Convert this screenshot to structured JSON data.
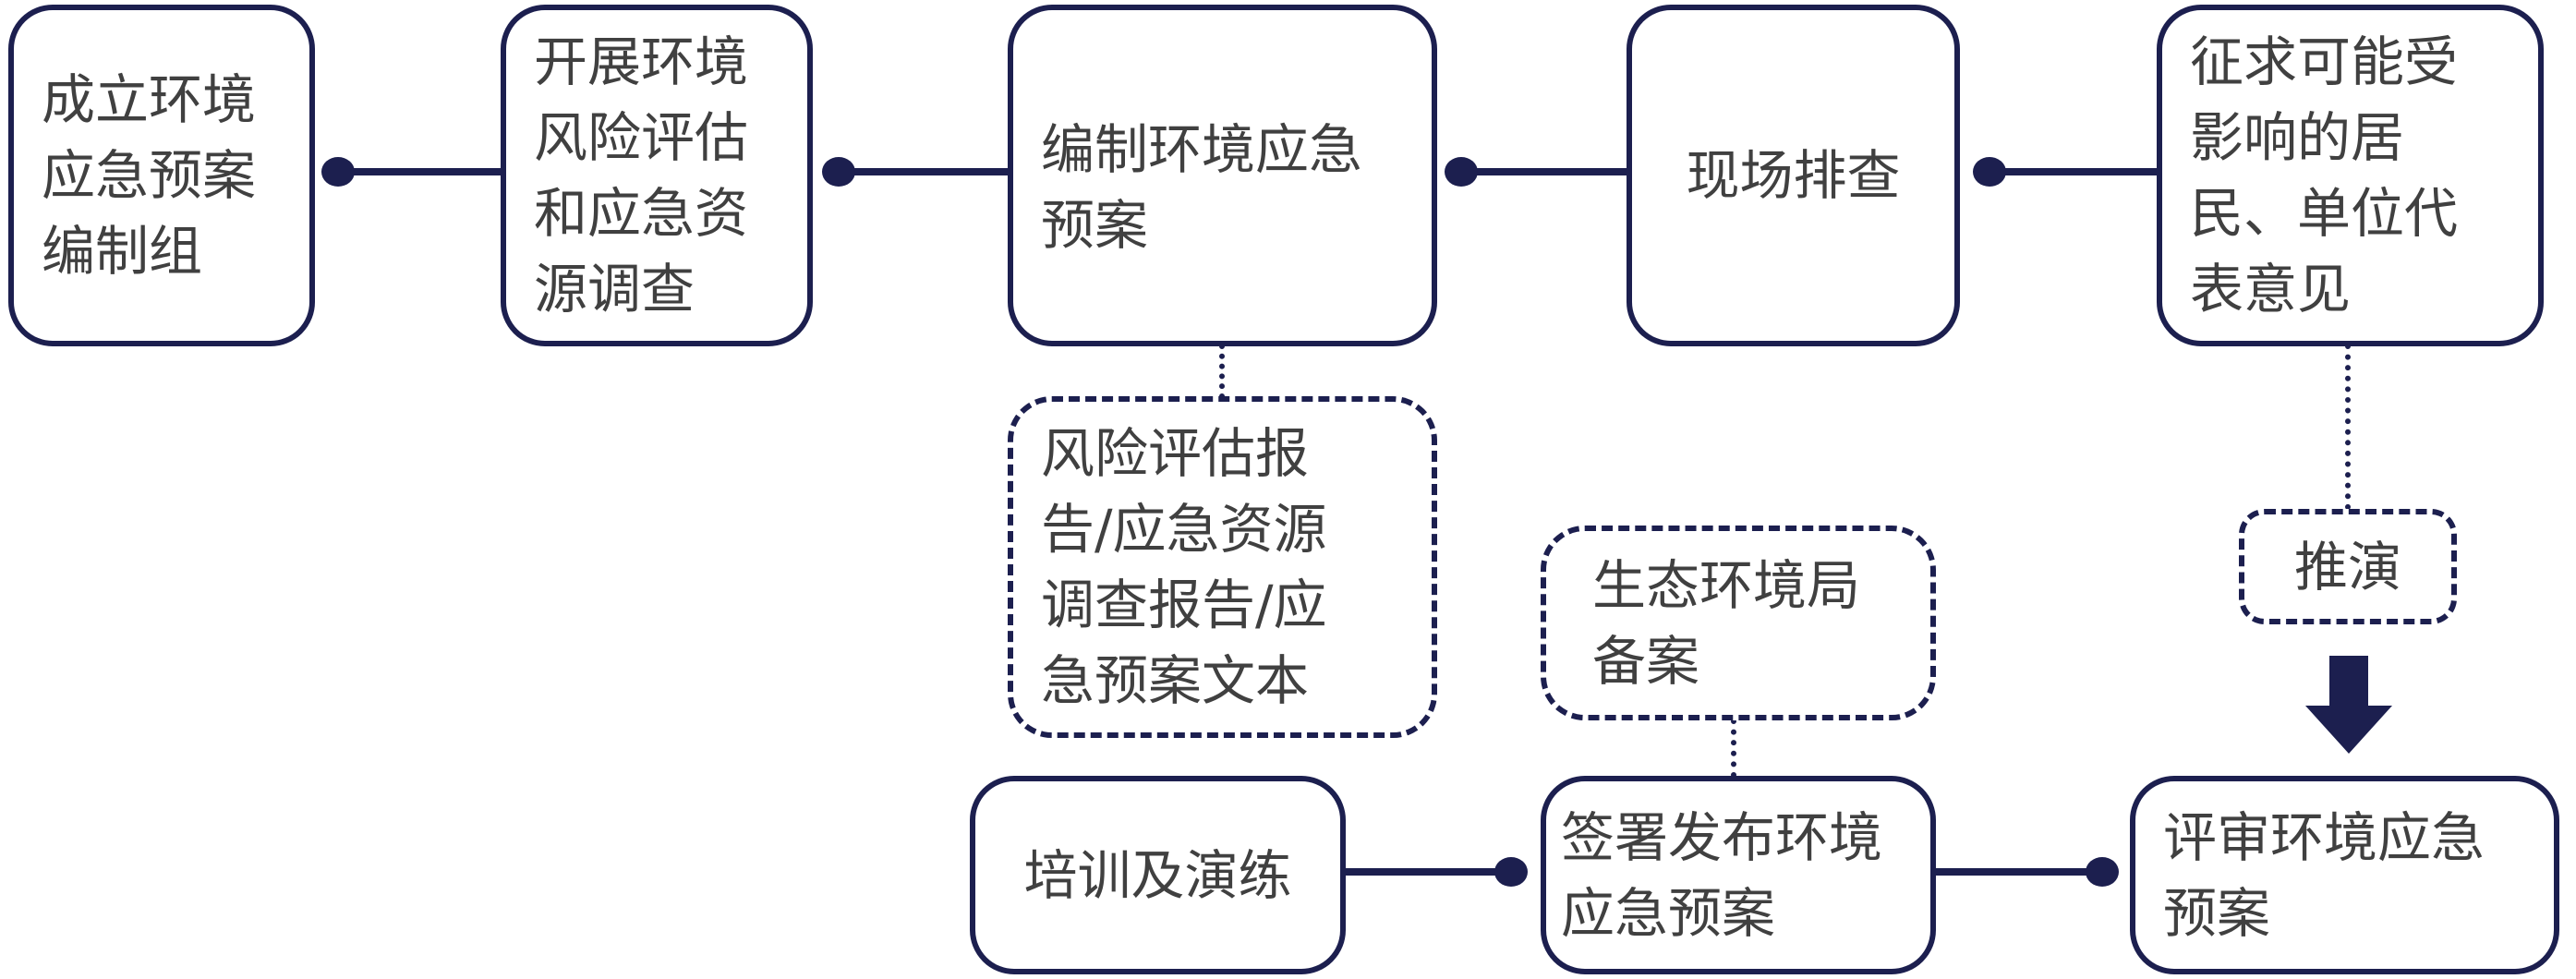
{
  "steps": {
    "s1": "成立环境应急预案编制组",
    "s2": "开展环境风险评估和应急资源调查",
    "s3": "编制环境应急预案",
    "s4": "现场排查",
    "s5": "征求可能受影响的居民、单位代表意见",
    "s6": "评审环境应急预案",
    "s7": "签署发布环境应急预案",
    "s8": "培训及演练"
  },
  "notes": {
    "reports": "风险评估报告/应急资源调查报告/应急预案文本",
    "filing": "生态环境局备案",
    "drill": "推演"
  },
  "colors": {
    "stroke": "#1c1f4f",
    "text": "#404040"
  }
}
